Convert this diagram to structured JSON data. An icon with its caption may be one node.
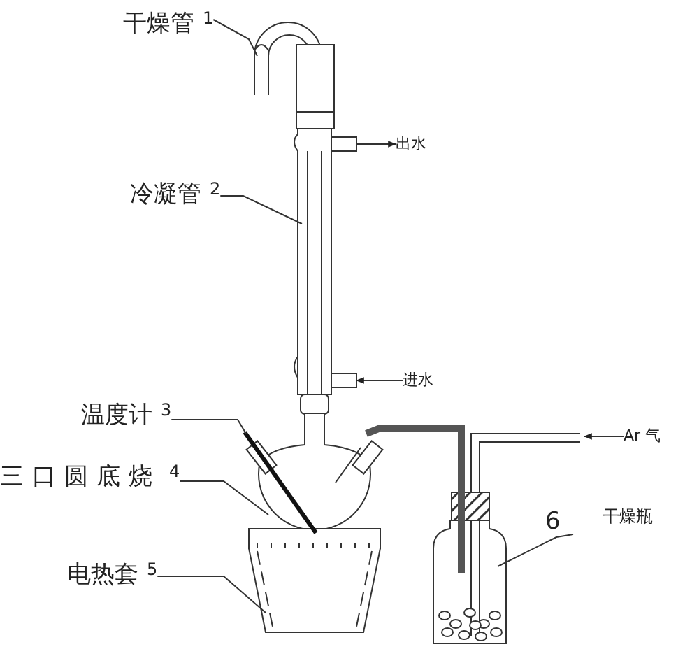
{
  "diagram": {
    "nodes": [
      {
        "text": [
          "干燥管",
          "1"
        ]
      },
      {
        "text": [],
        "shape": "tube"
      },
      {
        "text": [
          "出水"
        ]
      },
      {
        "text": [
          "冷凝管",
          "2"
        ]
      },
      {
        "text": [],
        "shape": "tube"
      },
      {
        "text": [
          "进水"
        ]
      },
      {
        "text": [
          "温度计",
          "3"
        ]
      },
      {
        "text": [],
        "shape": "thermometer"
      },
      {
        "text": [
          "Ar 气"
        ]
      },
      {
        "text": [
          "三口圆底烧",
          "4"
        ]
      },
      {
        "text": [],
        "shape": "flask"
      },
      {
        "text": [
          "6",
          "干燥瓶"
        ]
      },
      {
        "text": [],
        "shape": "bottle"
      },
      {
        "text": [
          "电热套",
          "5"
        ]
      },
      {
        "text": [],
        "shape": "box"
      }
    ],
    "edges": [
      {
        "from": 0,
        "to": 1,
        "arrow": "none"
      },
      {
        "from": 4,
        "to": 2,
        "arrow": "to"
      },
      {
        "from": 3,
        "to": 4,
        "arrow": "none"
      },
      {
        "from": 5,
        "to": 4,
        "arrow": "to"
      },
      {
        "from": 6,
        "to": 7,
        "arrow": "none"
      },
      {
        "from": 8,
        "to": null,
        "arrow": "to"
      },
      {
        "from": 9,
        "to": 10,
        "arrow": "none"
      },
      {
        "from": 11,
        "to": 12,
        "arrow": "none"
      },
      {
        "from": 13,
        "to": 14,
        "arrow": "none"
      },
      {
        "from": 10,
        "to": 12,
        "arrow": "none",
        "style": "thick"
      }
    ]
  }
}
